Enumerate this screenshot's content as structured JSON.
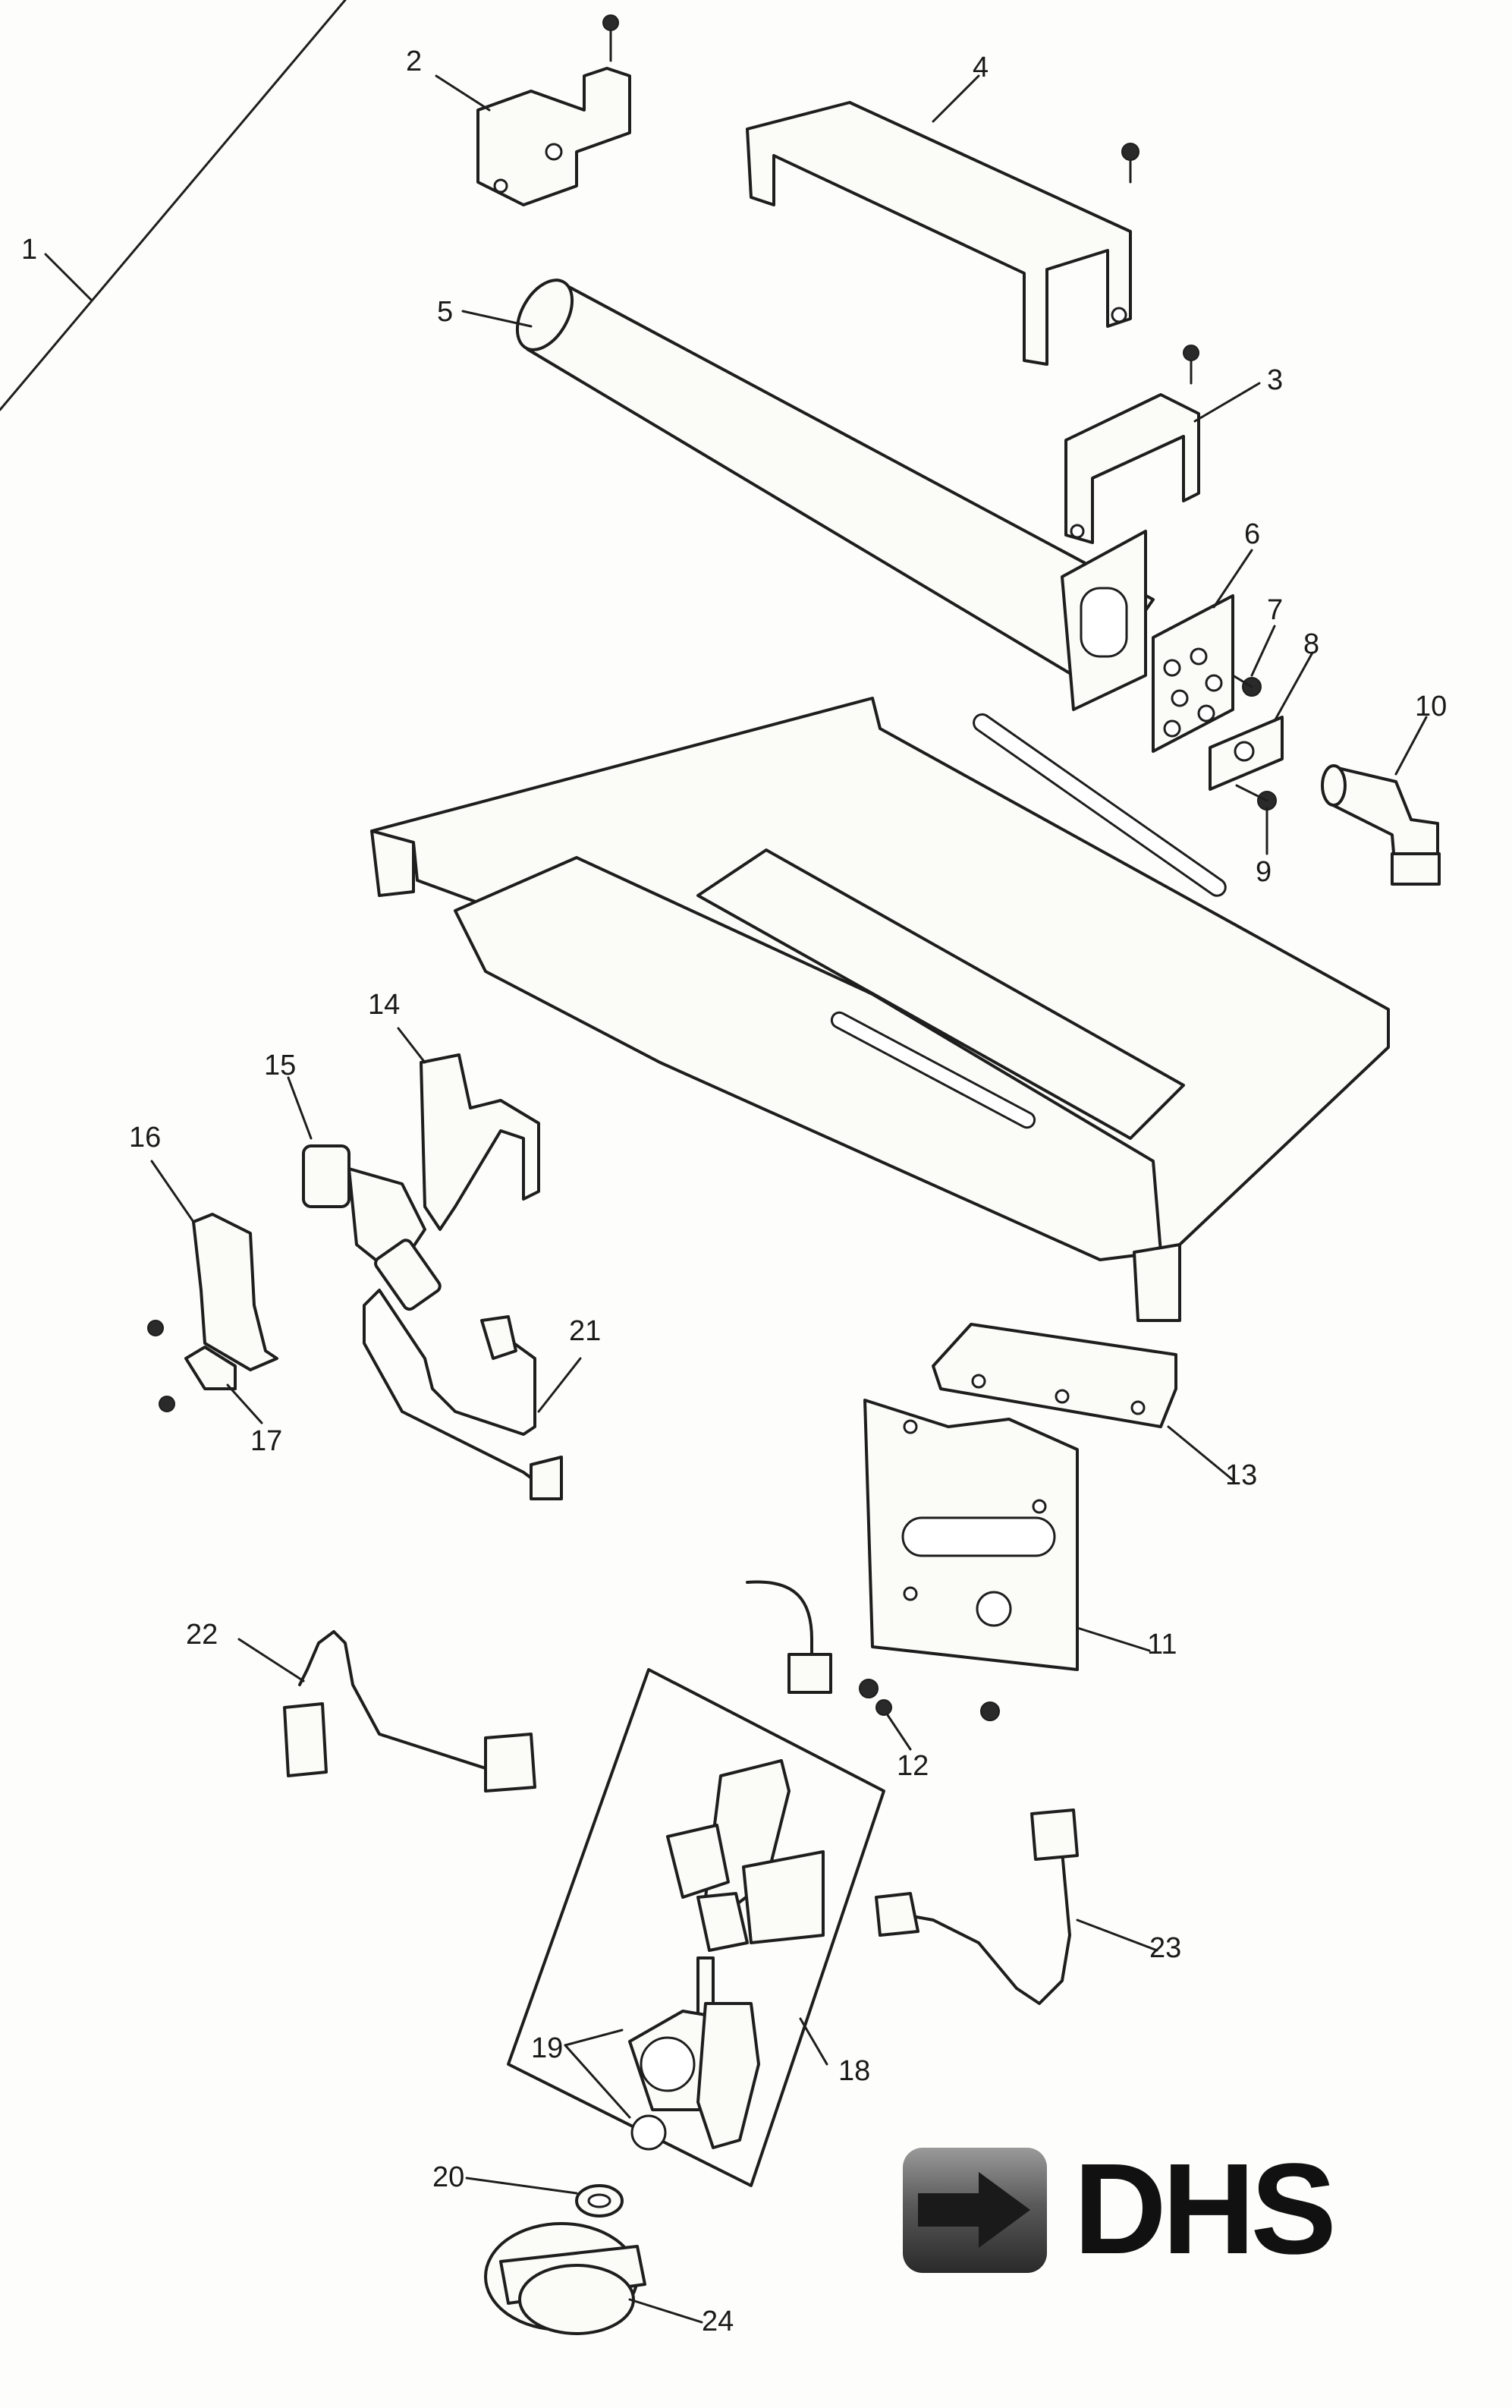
{
  "diagram": {
    "callouts": [
      {
        "id": "c1",
        "label": "1"
      },
      {
        "id": "c2",
        "label": "2"
      },
      {
        "id": "c3",
        "label": "3"
      },
      {
        "id": "c4",
        "label": "4"
      },
      {
        "id": "c5",
        "label": "5"
      },
      {
        "id": "c6",
        "label": "6"
      },
      {
        "id": "c7",
        "label": "7"
      },
      {
        "id": "c8",
        "label": "8"
      },
      {
        "id": "c9",
        "label": "9"
      },
      {
        "id": "c10",
        "label": "10"
      },
      {
        "id": "c11",
        "label": "11"
      },
      {
        "id": "c12",
        "label": "12"
      },
      {
        "id": "c13",
        "label": "13"
      },
      {
        "id": "c14",
        "label": "14"
      },
      {
        "id": "c15",
        "label": "15"
      },
      {
        "id": "c16",
        "label": "16"
      },
      {
        "id": "c17",
        "label": "17"
      },
      {
        "id": "c18",
        "label": "18"
      },
      {
        "id": "c19",
        "label": "19"
      },
      {
        "id": "c20",
        "label": "20"
      },
      {
        "id": "c21",
        "label": "21"
      },
      {
        "id": "c22",
        "label": "22"
      },
      {
        "id": "c23",
        "label": "23"
      },
      {
        "id": "c24",
        "label": "24"
      }
    ]
  },
  "logo": {
    "text": "DHS",
    "icon": "arrow-icon",
    "colors": {
      "badge": "#3a3a3a",
      "badge_highlight": "#9a9a9a",
      "text": "#111111"
    }
  }
}
